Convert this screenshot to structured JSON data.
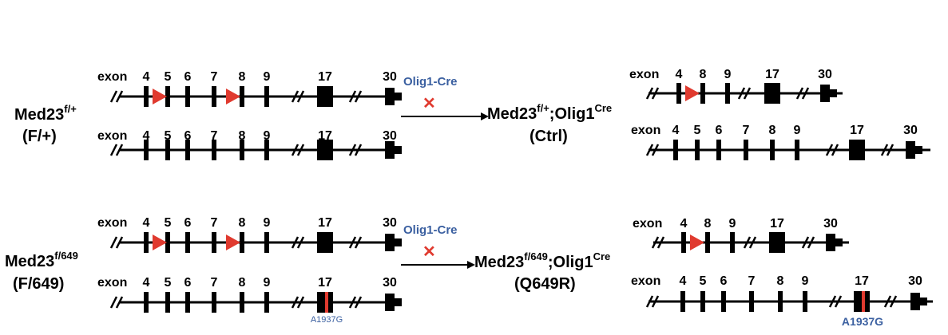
{
  "colors": {
    "black": "#000000",
    "loxp": "#e03a2f",
    "cre_text": "#3a5fa0",
    "cross": "#e03a2f"
  },
  "genotypes": {
    "control_parent": {
      "name": "Med23",
      "sup": "f/+",
      "sub": "(F/+)"
    },
    "mutant_parent": {
      "name": "Med23",
      "sup": "f/649",
      "sub": "(F/649)"
    },
    "control_offspring": {
      "name": "Med23",
      "sup1": "f/+",
      "mid": ";Olig1",
      "sup2": "Cre",
      "sub": "(Ctrl)"
    },
    "mutant_offspring": {
      "name": "Med23",
      "sup1": "f/649",
      "mid": ";Olig1",
      "sup2": "Cre",
      "sub": "(Q649R)"
    }
  },
  "cross": {
    "label": "Olig1-Cre",
    "symbol": "✕"
  },
  "exon_word": "exon",
  "alleles": {
    "floxed_full": [
      "4",
      "5",
      "6",
      "7",
      "8",
      "9",
      "17",
      "30"
    ],
    "wild_type": [
      "4",
      "5",
      "6",
      "7",
      "8",
      "9",
      "17",
      "30"
    ],
    "deleted": [
      "4",
      "8",
      "9",
      "17",
      "30"
    ],
    "point_mutant": [
      "4",
      "5",
      "6",
      "7",
      "8",
      "9",
      "17",
      "30"
    ]
  },
  "mutation_label": "A1937G"
}
